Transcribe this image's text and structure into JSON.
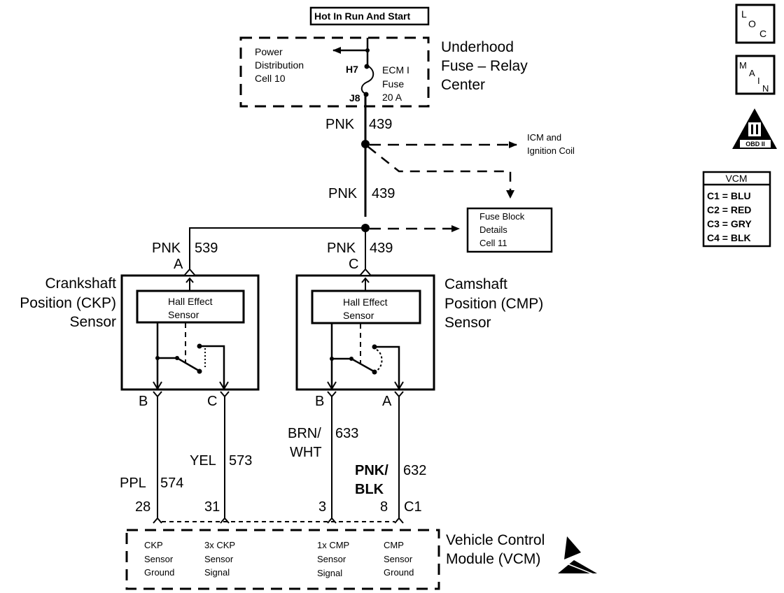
{
  "header": {
    "hot_label": "Hot In Run And Start"
  },
  "fuse_center": {
    "title_lines": [
      "Underhood",
      "Fuse – Relay",
      "Center"
    ],
    "power_dist_lines": [
      "Power",
      "Distribution",
      "Cell 10"
    ],
    "fuse_lines": [
      "ECM I",
      "Fuse",
      "20 A"
    ],
    "terminal_top": "H7",
    "terminal_bottom": "J8"
  },
  "wires": {
    "main_upper": {
      "color": "PNK",
      "circuit": "439"
    },
    "main_mid": {
      "color": "PNK",
      "circuit": "439"
    },
    "ckp_feed": {
      "color": "PNK",
      "circuit": "539"
    },
    "cmp_feed": {
      "color": "PNK",
      "circuit": "439"
    },
    "ckp_ground": {
      "color": "PPL",
      "circuit": "574"
    },
    "ckp_signal": {
      "color": "YEL",
      "circuit": "573"
    },
    "cmp_signal": {
      "color_lines": [
        "BRN/",
        "WHT"
      ],
      "circuit": "633"
    },
    "cmp_ground": {
      "color_lines": [
        "PNK/",
        "BLK"
      ],
      "circuit": "632"
    }
  },
  "references": {
    "icm": [
      "ICM and",
      "Ignition Coil"
    ],
    "fuse_block": [
      "Fuse Block",
      "Details",
      "Cell 11"
    ]
  },
  "ckp_sensor": {
    "title_lines": [
      "Crankshaft",
      "Position (CKP)",
      "Sensor"
    ],
    "hall_lines": [
      "Hall Effect",
      "Sensor"
    ],
    "pin_top": "A",
    "pin_left": "B",
    "pin_right": "C"
  },
  "cmp_sensor": {
    "title_lines": [
      "Camshaft",
      "Position (CMP)",
      "Sensor"
    ],
    "hall_lines": [
      "Hall Effect",
      "Sensor"
    ],
    "pin_top": "C",
    "pin_left": "B",
    "pin_right": "A"
  },
  "vcm_pins": [
    "28",
    "31",
    "3",
    "8"
  ],
  "vcm_connector": "C1",
  "vcm": {
    "title_lines": [
      "Vehicle Control",
      "Module (VCM)"
    ],
    "functions": [
      [
        "CKP",
        "Sensor",
        "Ground"
      ],
      [
        "3x CKP",
        "Sensor",
        "Signal"
      ],
      [
        "1x CMP",
        "Sensor",
        "Signal"
      ],
      [
        "CMP",
        "Sensor",
        "Ground"
      ]
    ]
  },
  "side_icons": {
    "loc": [
      "L",
      "O",
      "C"
    ],
    "main": [
      "M",
      "A",
      "I",
      "N"
    ],
    "obd": {
      "numeral": "II",
      "label": "OBD II"
    }
  },
  "vcm_legend": {
    "title": "VCM",
    "rows": [
      "C1 = BLU",
      "C2 = RED",
      "C3 = GRY",
      "C4 = BLK"
    ]
  }
}
